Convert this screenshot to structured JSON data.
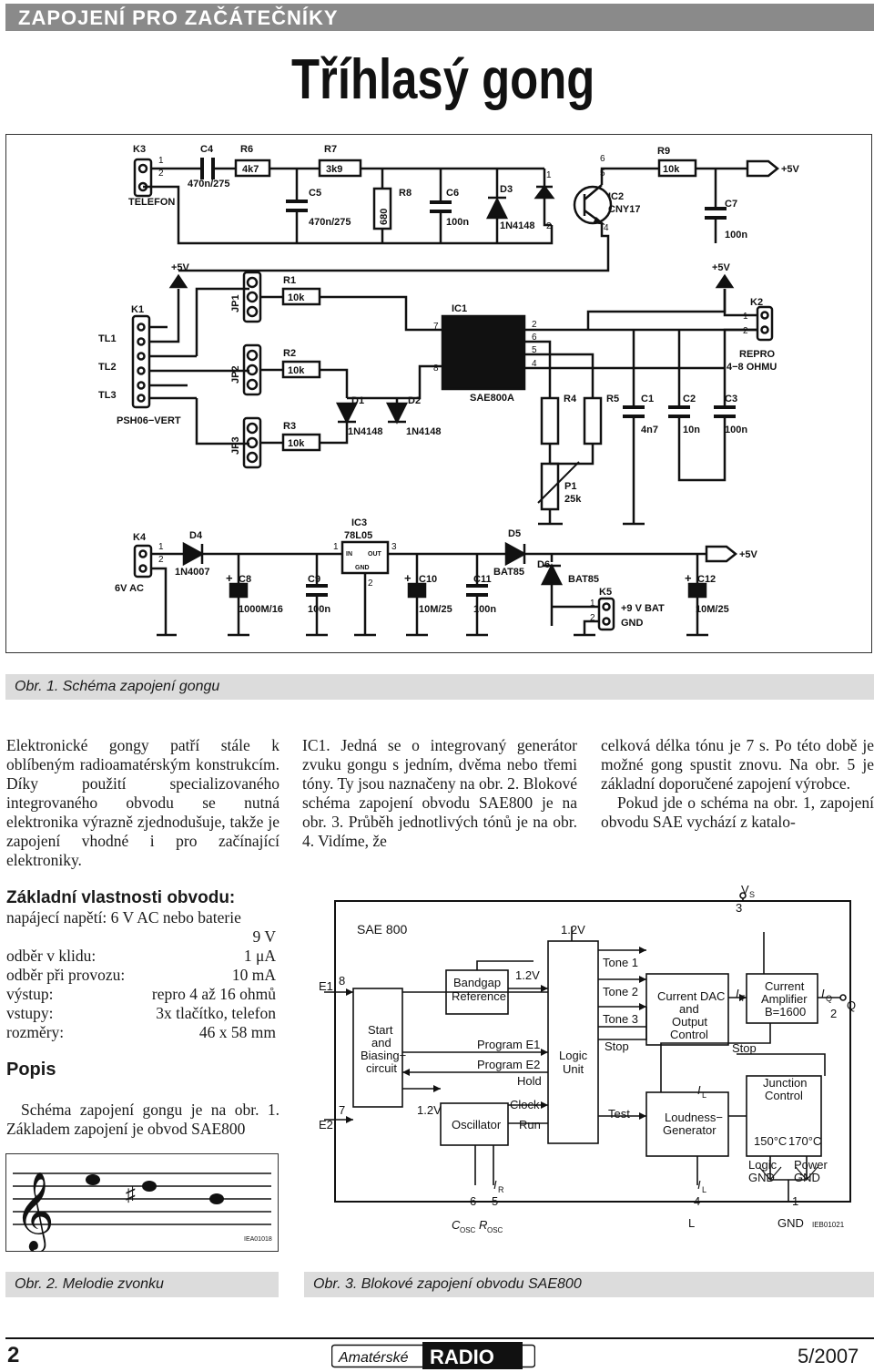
{
  "header": {
    "section": "ZAPOJENÍ PRO ZAČÁTEČNÍKY"
  },
  "title": "Tříhlasý gong",
  "figure1": {
    "caption": "Obr. 1. Schéma zapojení gongu",
    "labels": {
      "k3": "K3",
      "telefon": "TELEFON",
      "c4": "C4",
      "c4v": "470n/275",
      "r6": "R6",
      "r6v": "4k7",
      "r7": "R7",
      "r7v": "3k9",
      "c5": "C5",
      "c5v": "470n/275",
      "r8": "R8",
      "r8v": "680",
      "c6": "C6",
      "c6v": "100n",
      "d3": "D3",
      "d3v": "1N4148",
      "ic2": "IC2",
      "ic2v": "CNY17",
      "r9": "R9",
      "r9v": "10k",
      "c7": "C7",
      "c7v": "100n",
      "p5v": "+5V",
      "k1": "K1",
      "tl1": "TL1",
      "tl2": "TL2",
      "tl3": "TL3",
      "psh": "PSH06−VERT",
      "jp1": "JP1",
      "jp2": "JP2",
      "jp3": "JP3",
      "r1": "R1",
      "r2": "R2",
      "r3": "R3",
      "r10k": "10k",
      "d1": "D1",
      "d2": "D2",
      "n4148": "1N4148",
      "ic1": "IC1",
      "sae": "SAE800A",
      "r4": "R4",
      "r5": "R5",
      "c1": "C1",
      "c1v": "4n7",
      "c2": "C2",
      "c2v": "10n",
      "c3": "C3",
      "c3v": "100n",
      "k2": "K2",
      "repro": "REPRO",
      "ohmu": "4−8  OHMU",
      "p1": "P1",
      "p1v": "25k",
      "k4": "K4",
      "ac": "6V  AC",
      "d4": "D4",
      "d4v": "1N4007",
      "c8": "C8",
      "c8v": "1000M/16",
      "c9": "C9",
      "c9v": "100n",
      "ic3": "IC3",
      "ic3v": "78L05",
      "in": "IN",
      "out": "OUT",
      "gnd": "GND",
      "c10": "C10",
      "c10v": "10M/25",
      "c11": "C11",
      "c11v": "100n",
      "d5": "D5",
      "bat85": "BAT85",
      "d6": "D6",
      "k5": "K5",
      "bat": "+9  V  BAT",
      "gndlbl": "GND",
      "c12": "C12",
      "c12v": "10M/25"
    }
  },
  "body": {
    "col1": "Elektronické gongy patří stále k oblíbeným radioamatérským konstrukcím. Díky použití specializovaného integrovaného obvodu se nutná elektronika výrazně zjednodušuje, takže je zapojení vhodné i pro začínající elektroniky.",
    "col2": "IC1. Jedná se o integrovaný generátor zvuku gongu s jedním, dvěma nebo třemi tóny. Ty jsou naznačeny na obr. 2. Blokové schéma zapojení obvodu SAE800 je na obr. 3. Průběh jednotlivých tónů je na obr. 4. Vidíme, že",
    "col3a": "celková délka tónu je 7 s. Po této době je možné gong spustit znovu. Na obr. 5 je základní doporučené zapojení výrobce.",
    "col3b": "Pokud jde o schéma na obr. 1, zapojení obvodu SAE vychází z katalo-"
  },
  "properties": {
    "title": "Základní vlastnosti obvodu:",
    "supply_label": "napájecí napětí: 6 V AC nebo baterie",
    "supply_cont": "9 V",
    "rows": [
      {
        "label": "odběr v klidu:",
        "value": "1 μA"
      },
      {
        "label": "odběr při provozu:",
        "value": "10 mA"
      },
      {
        "label": "výstup:",
        "value": "repro 4 až 16 ohmů"
      },
      {
        "label": "vstupy:",
        "value": "3x tlačítko, telefon"
      },
      {
        "label": "rozměry:",
        "value": "46 x 58 mm"
      }
    ]
  },
  "popis": {
    "title": "Popis",
    "text": "Schéma zapojení gongu je na obr. 1. Základem zapojení je obvod SAE800"
  },
  "figure2": {
    "caption": "Obr. 2. Melodie zvonku",
    "code": "IEA01018"
  },
  "figure3": {
    "caption": "Obr. 3. Blokové zapojení obvodu SAE800",
    "code": "IEB01021",
    "labels": {
      "sae": "SAE 800",
      "v12": "1.2V",
      "vs": "V",
      "vs_sub": "S",
      "pin3": "3",
      "e1": "E1",
      "pin8": "8",
      "e2": "E2",
      "pin7": "7",
      "bandgap": "Bandgap",
      "reference": "Reference",
      "start": "Start",
      "and": "and",
      "biasing": "Biasing−",
      "circuit": "circuit",
      "pe1": "Program  E1",
      "pe2": "Program  E2",
      "hold": "Hold",
      "logic": "Logic",
      "unit": "Unit",
      "tone1": "Tone  1",
      "tone2": "Tone  2",
      "tone3": "Tone  3",
      "stop": "Stop",
      "cdac1": "Current  DAC",
      "cdac2": "and",
      "cdac3": "Output",
      "cdac4": "Control",
      "ca1": "Current",
      "ca2": "Amplifier",
      "ca3": "B=1600",
      "it": "I",
      "it_sub": "T",
      "iq": "I",
      "iq_sub": "Q",
      "q": "Q",
      "pin2": "2",
      "il": "I",
      "il_sub": "L",
      "junction": "Junction",
      "control": "Control",
      "t150": "150°C",
      "t170": "170°C",
      "loud1": "Loudness−",
      "loud2": "Generator",
      "test": "Test",
      "clock": "Clock",
      "run": "Run",
      "osc": "Oscillator",
      "ir": "I",
      "ir_sub": "R",
      "pin6": "6",
      "pin5": "5",
      "pin4": "4",
      "pin1": "1",
      "cosc": "C",
      "cosc_sub": "OSC",
      "rosc": "R",
      "rosc_sub": "OSC",
      "l": "L",
      "lgnd1": "Logic",
      "lgnd2": "GND",
      "pgnd1": "Power",
      "pgnd2": "GND",
      "gnd": "GND"
    }
  },
  "footer": {
    "page": "2",
    "logo": "Amatérské RADIO",
    "issue": "5/2007"
  }
}
